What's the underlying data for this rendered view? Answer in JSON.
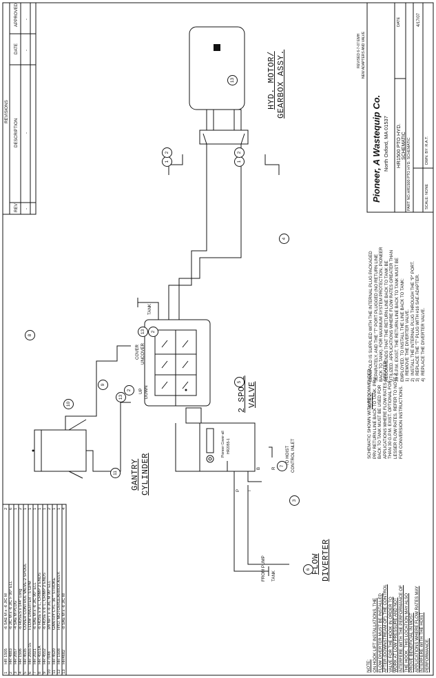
{
  "revisions": {
    "title": "REVISIONS",
    "headers": [
      "REV",
      "DESCRIPTION",
      "DATE",
      "APPROVED"
    ],
    "row": [
      "-",
      "-",
      "-",
      "-"
    ]
  },
  "title_block": {
    "revised_note_1": "REVISED 6-7-07 EMH",
    "revised_note_2": "NEW ADAPTERS AND VALVE",
    "company": "Pioneer, A Wastequip Co.",
    "address": "North Oxford, MA  01537",
    "title_line1": "HR1500 PTO HYD.",
    "title_line2": "SCHEMATIC",
    "part_no": "PART NO.HR1500 PTO HYD. SCHEMATIC",
    "date_label": "DATE",
    "date_value": "4/17/07",
    "scale": "SCALE:  NONE",
    "drawn_by": "DWN. BY: R.A.T."
  },
  "bom": {
    "rows": [
      [
        "1",
        "HR 1505",
        "-6 SAE M x -6 JIC M",
        "2"
      ],
      [
        "2",
        "HR 4883",
        "-6 JIC M x -6 JIC F 90° ELL",
        "6"
      ],
      [
        "3",
        "HR 2057",
        "-4 SAE M PLUG",
        "1"
      ],
      [
        "4",
        "HR 1506",
        "-6 HOSES x 144\" Long",
        "2"
      ],
      [
        "5",
        "HR 4535",
        "COVER CONTROL VALVE-2 SPOOL",
        "1"
      ],
      [
        "6",
        "HR 2055-15",
        "FLOW DIVERTER - 5 GPM",
        "1"
      ],
      [
        "7",
        "HR 2021",
        "-6 SAE M x -6 JIC 90° ELL",
        "1"
      ],
      [
        "8",
        "HR 4551A",
        "-6 HOSE x 9' L, CRIMP 2 ENDS",
        "1"
      ],
      [
        "9",
        "HR 4552",
        "-6 HOSE x 6' L, CRIMP 2 ENDS",
        "1"
      ],
      [
        "10",
        "H 7048",
        "3/8 NPT x -6 JIC M 90° ELL",
        "2"
      ],
      [
        "11",
        "HR 4520",
        "GANTRY CYL. 36 \" STROKE",
        "1"
      ],
      [
        "12",
        "HR 1508",
        "HYD. MOTOR/GEARBOX ASSY.",
        "1"
      ],
      [
        "13",
        "HR4682",
        "-8 SAE M x -6 JIC M",
        "4"
      ]
    ]
  },
  "notes": {
    "note_label": "NOTE:",
    "note_text": "ON HOOK LIFT INSTALLATIONS, THE\nFLOW DIVERTER MUST BE INSTALLED\nAFTER (DOWNSTREAM OF) THE CONTROL\nVALVE FOR THE HOOK IN ORDER TO\nWORK AT LOW PRESSURE AND NOT\nINTERFERE WITH THE PERFORMANCE OF\nTHE HOOK. THIS LOCATION MAY ALSO\nPROVE BENEFICIAL IN MOST\nAPPLICATIONS WHERE FLOW RATES MAY\nINTERFERE WITH THE HOIST\nPERFORMANCE.",
    "schematic_text": "SCHEMATIC SHOWN WITH RECOMMENDED,\nPRV RETURN LINE BACK TO TANK. PRV\nBACK TO TANK MUST BE USED FOR\nAPPLICATIONS WHERE FLOW RATES GREATER\nTHAN 30 G.P.M. EXIST. OPTIONAL FOR\nLESSER FLOW RATES. REFER TO NOTE 2\nFOR CONVERSION INSTRUCTIONS.",
    "note2_label": "NOTE 2:",
    "note2_text": "MANIFOLD IS SUPPLIED WITH THE INTERNAL PLUG PACKAGED\nSEPARATELY, AND THE \"T\" PORT PLUGGED (NO RETURN LINE\nBACK TO TANK). FOR MAXIMUM SYSTEM PROTECTION, PIONEER\nRECOMMENDS THAT THE RETURN LINE BACK TO TANK BE\nUTILIZED. APPLICATIONS WHERE FLOW RATES GREATER THAN\n30 G.P.M. EXIST, THE RETURN LINE BACK TO TANK MUST BE\nEMPLOYED. TO INSTALL THE LINE BACK TO TANK:\n1)  REMOVE THE DIVERTER VALVE.\n2)  INSTALL THE INTERNAL PLUG THROUGH THE \"P\" PORT.\n3)  REPLACE THE \"T\" PLUG WITH #16 SAE ADAPTER.\n4)  REPLACE THE DIVERTER VALVE."
  },
  "labels": {
    "hyd_motor_1": "HYD. MOTOR/",
    "hyd_motor_2": "GEARBOX ASSY.",
    "gantry": "GANTRY",
    "cylinder": "CYLINDER",
    "spool_1": "2 SPOOL",
    "spool_2": "VALVE",
    "flow_1": "FLOW",
    "flow_2": "DIVERTER",
    "tank_top": "TANK",
    "tank_bottom": "TANK",
    "from_pump": "FROM PUMP",
    "to_hoist_1": "TO HOIST",
    "to_hoist_2": "CONTROL INLET",
    "cover": "COVER",
    "uncover": "UNCOVER",
    "up": "UP",
    "down": "DOWN",
    "port_b": "B",
    "port_r": "R",
    "port_t": "T",
    "port_p": "P",
    "diverter_brand": "Pioneer Cover-all",
    "diverter_part": "HR2055-1"
  },
  "callouts": {
    "c1": "1",
    "c2": "2",
    "c3": "3",
    "c4": "4",
    "c5": "5",
    "c6": "6",
    "c7": "7",
    "c8": "8",
    "c9": "9",
    "c10": "10",
    "c11": "11",
    "c13": "13"
  }
}
